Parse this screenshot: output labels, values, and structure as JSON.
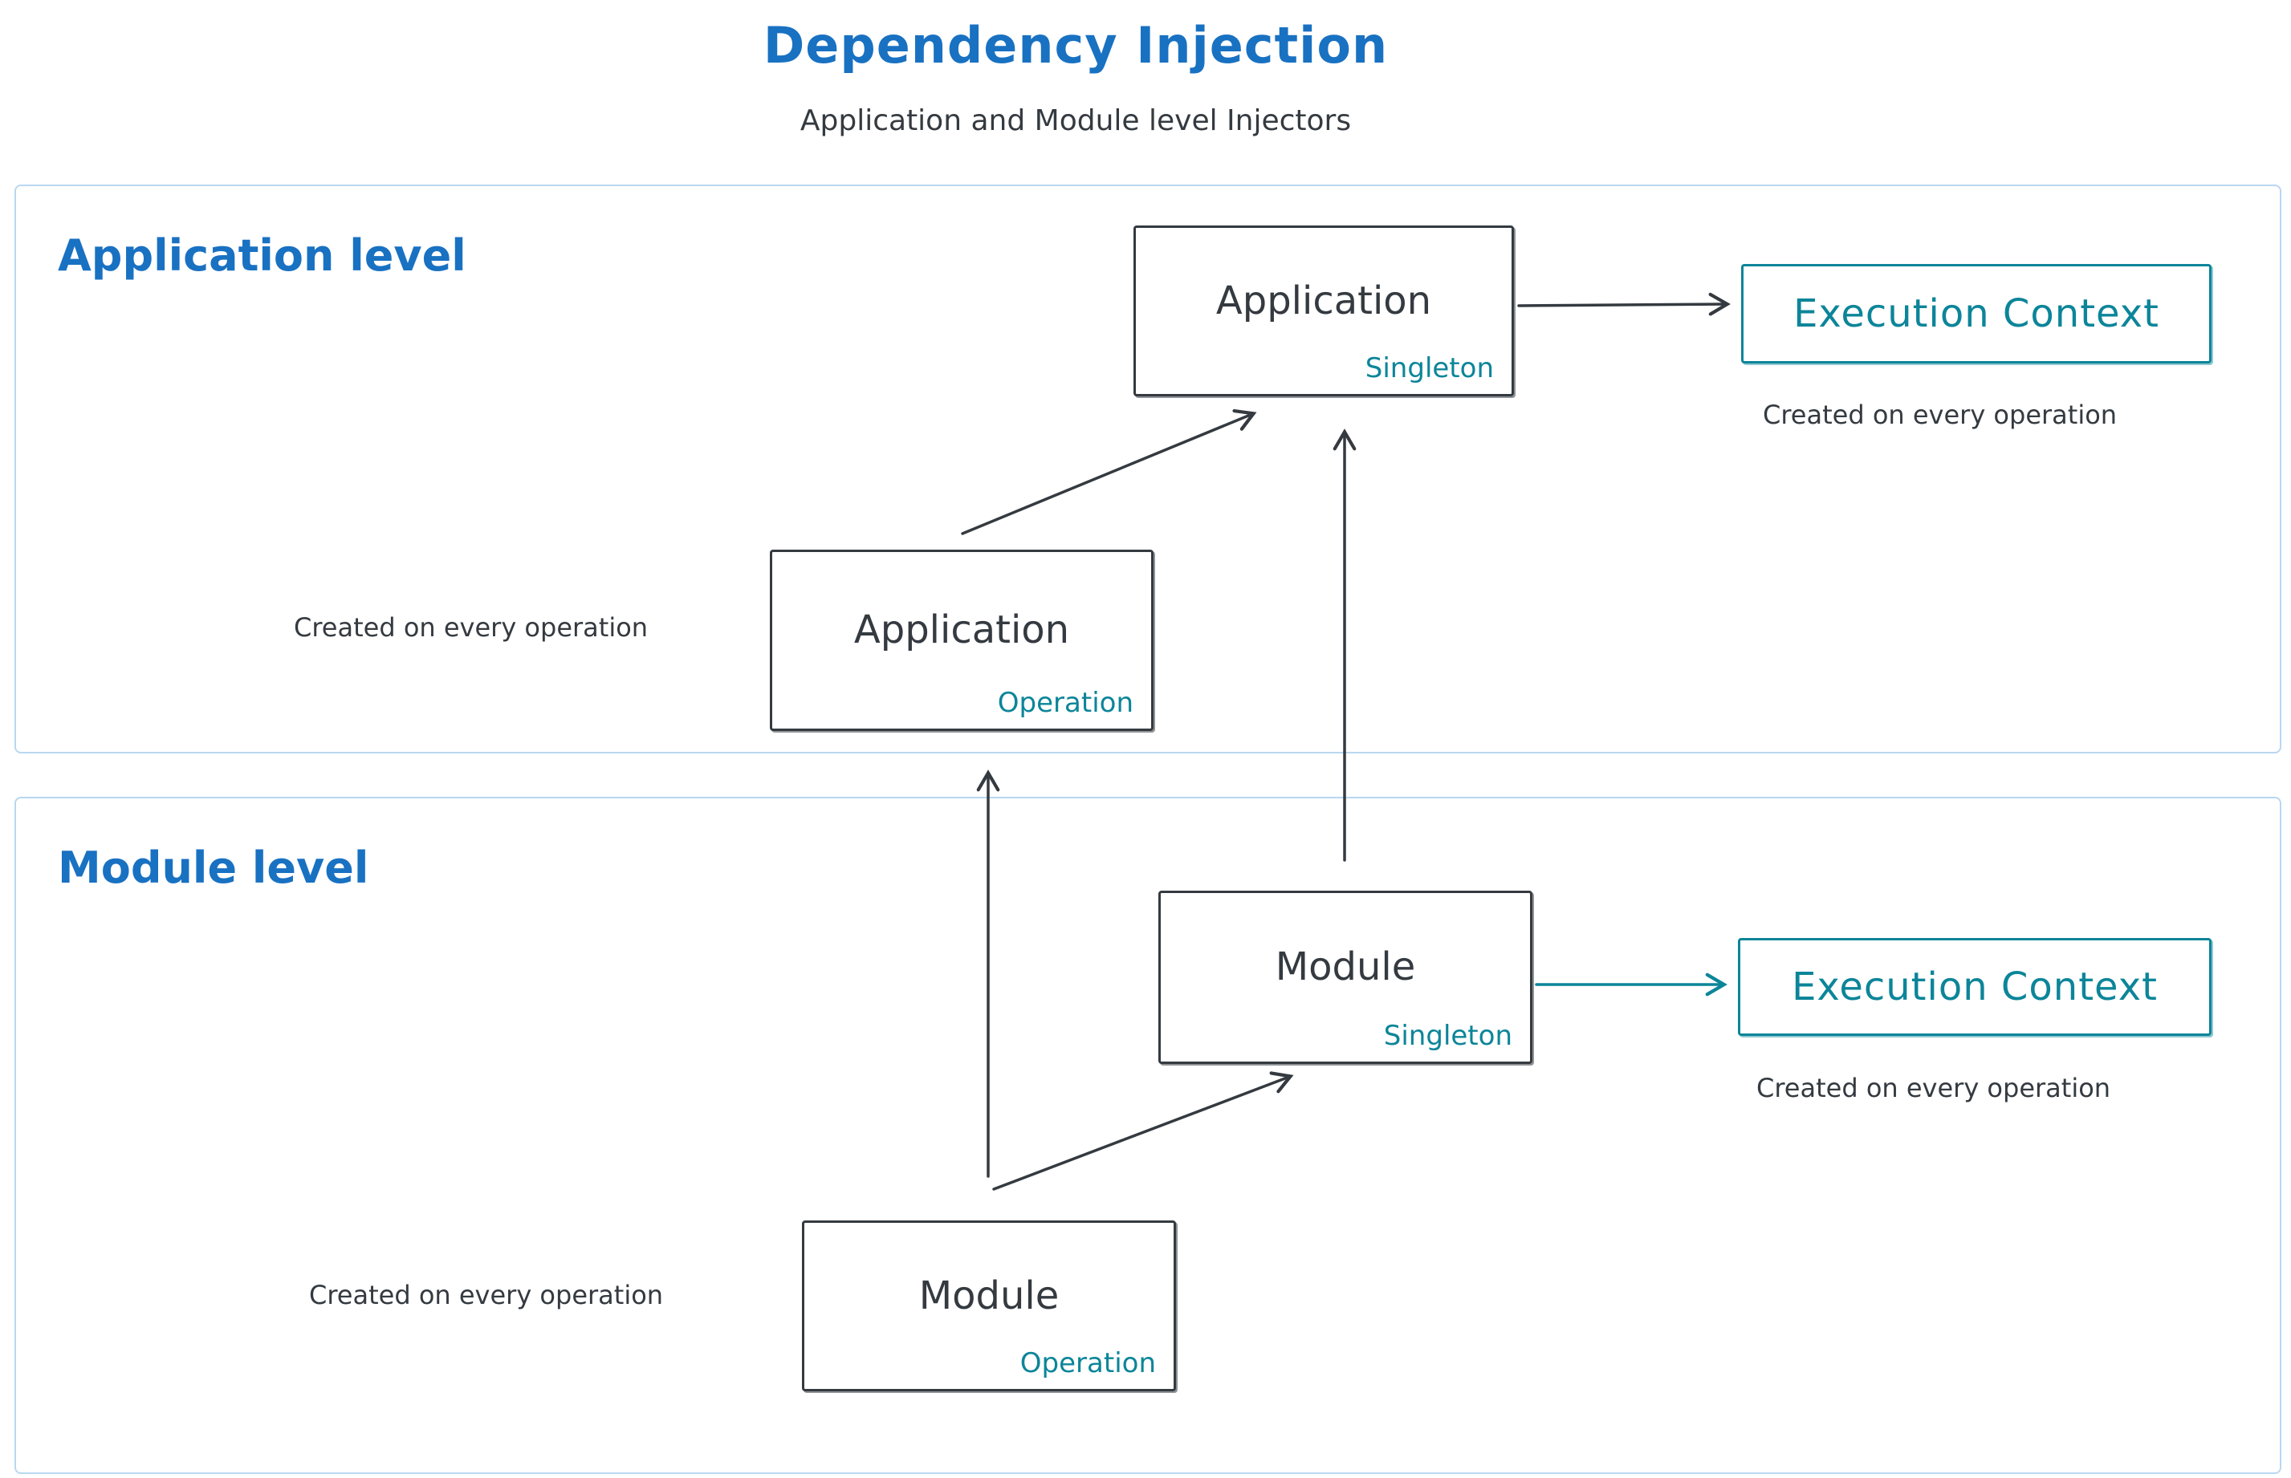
{
  "title": "Dependency Injection",
  "subtitle": "Application and Module level Injectors",
  "colors": {
    "heading_blue": "#1971c2",
    "teal": "#0c8599",
    "dark": "#343a40",
    "section_border": "#b9d7f0"
  },
  "sections": {
    "application": {
      "label": "Application level"
    },
    "module": {
      "label": "Module level"
    }
  },
  "nodes": {
    "app_singleton": {
      "title": "Application",
      "subtitle": "Singleton"
    },
    "app_operation": {
      "title": "Application",
      "subtitle": "Operation"
    },
    "module_singleton": {
      "title": "Module",
      "subtitle": "Singleton"
    },
    "module_operation": {
      "title": "Module",
      "subtitle": "Operation"
    },
    "exec_context_app": {
      "label": "Execution Context"
    },
    "exec_context_module": {
      "label": "Execution Context"
    }
  },
  "annotations": {
    "app_exec_note": "Created on every operation",
    "app_operation_note": "Created on every operation",
    "module_exec_note": "Created on every operation",
    "module_operation_note": "Created on every operation"
  }
}
